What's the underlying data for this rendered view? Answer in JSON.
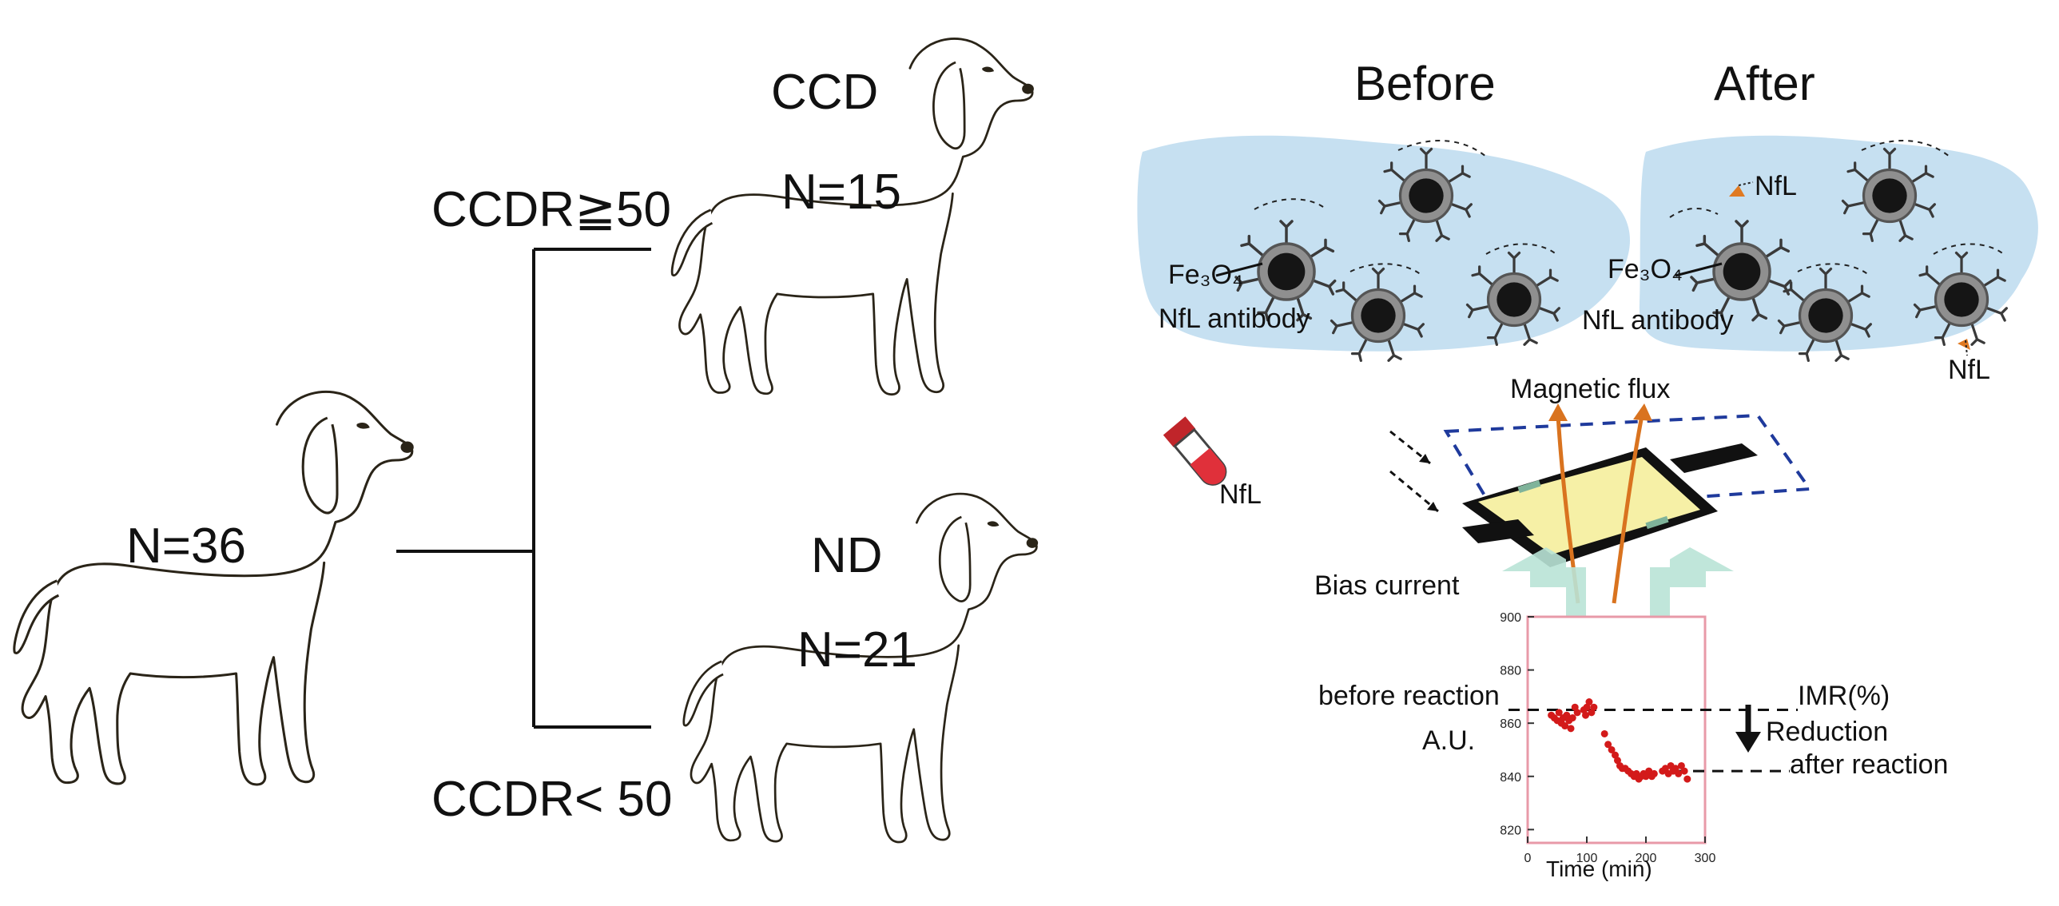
{
  "left_panel": {
    "all_dogs": {
      "label": "N=36"
    },
    "ccd_group": {
      "name": "CCD",
      "count": "N=15",
      "criterion": "CCDR≧50"
    },
    "nd_group": {
      "name": "ND",
      "count": "N=21",
      "criterion": "CCDR< 50"
    }
  },
  "right_panel": {
    "before_title": "Before",
    "after_title": "After",
    "before_labels": {
      "particle": "Fe₃O₄",
      "antibody": "NfL antibody"
    },
    "after_labels": {
      "particle": "Fe₃O₄",
      "antibody": "NfL antibody",
      "nfl_top": "NfL",
      "nfl_bottom": "NfL"
    },
    "tube_label": "NfL",
    "magnetic_flux": "Magnetic flux",
    "bias_current": "Bias current",
    "before_reaction": "before reaction",
    "after_reaction": "after reaction",
    "imr": "IMR(%)",
    "reduction": "Reduction",
    "y_axis_label": "A.U.",
    "colors": {
      "liquid": "#bfdcef",
      "sensor_pad": "#f6f0a6",
      "flux_arrow": "#d9731f",
      "data_point": "#d31a1a",
      "plot_border": "#e89aa8",
      "bias_arrow": "#b9e3d6",
      "dash_outline": "#1f3a9c"
    }
  },
  "chart_data": {
    "type": "scatter",
    "title": "",
    "xlabel": "Time (min)",
    "ylabel": "A.U.",
    "xlim": [
      0,
      300
    ],
    "ylim": [
      815,
      900
    ],
    "x_ticks": [
      "0",
      "100",
      "200",
      "300"
    ],
    "y_ticks": [
      "900",
      "880",
      "860",
      "840",
      "820"
    ],
    "series": [
      {
        "points": [
          [
            40,
            863
          ],
          [
            45,
            862
          ],
          [
            50,
            861
          ],
          [
            53,
            864
          ],
          [
            57,
            860
          ],
          [
            60,
            862
          ],
          [
            63,
            859
          ],
          [
            66,
            863
          ],
          [
            70,
            861
          ],
          [
            73,
            858
          ],
          [
            76,
            862
          ],
          [
            80,
            866
          ],
          [
            84,
            864
          ],
          [
            95,
            865
          ],
          [
            98,
            863
          ],
          [
            100,
            866
          ],
          [
            104,
            868
          ],
          [
            108,
            864
          ],
          [
            112,
            866
          ],
          [
            130,
            856
          ],
          [
            136,
            852
          ],
          [
            142,
            850
          ],
          [
            148,
            848
          ],
          [
            152,
            846
          ],
          [
            156,
            844
          ],
          [
            160,
            843
          ],
          [
            165,
            843
          ],
          [
            170,
            842
          ],
          [
            175,
            841
          ],
          [
            180,
            840
          ],
          [
            184,
            841
          ],
          [
            188,
            839
          ],
          [
            192,
            840
          ],
          [
            196,
            841
          ],
          [
            200,
            840
          ],
          [
            205,
            842
          ],
          [
            210,
            840
          ],
          [
            214,
            841
          ],
          [
            228,
            842
          ],
          [
            233,
            843
          ],
          [
            238,
            841
          ],
          [
            242,
            844
          ],
          [
            246,
            842
          ],
          [
            250,
            843
          ],
          [
            255,
            841
          ],
          [
            260,
            844
          ],
          [
            265,
            842
          ],
          [
            270,
            839
          ]
        ]
      }
    ],
    "reference_lines": [
      {
        "y": 865,
        "label": "before reaction"
      },
      {
        "y": 842,
        "label": "after reaction"
      }
    ]
  }
}
